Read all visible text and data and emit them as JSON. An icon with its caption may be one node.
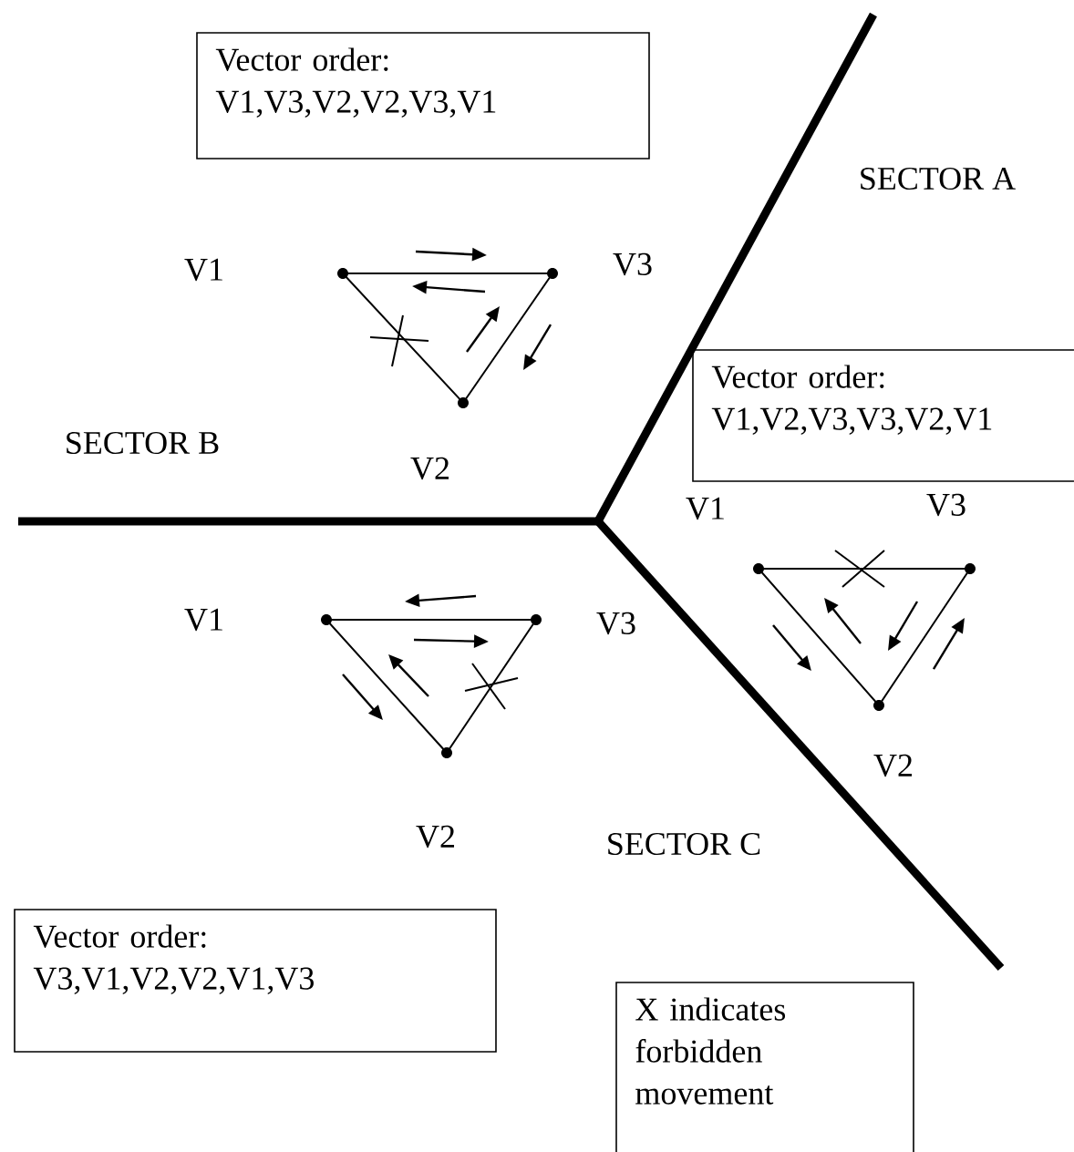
{
  "diagram": {
    "nodes": [
      {
        "text": [
          "Vector order: V1,V3,V2,V2,V3,V1"
        ]
      },
      {
        "text": [
          "Vector order: V1,V2,V3,V3,V2,V1"
        ]
      },
      {
        "text": [
          "Vector order: V3,V1,V2,V2,V1,V3"
        ]
      },
      {
        "text": [
          "X indicates forbidden movement"
        ]
      }
    ],
    "edges": [],
    "labels": [
      "SECTOR A",
      "V1",
      "V3",
      "SECTOR B",
      "V2",
      "V1",
      "V3",
      "V1",
      "V3",
      "V2",
      "V2",
      "SECTOR C"
    ]
  }
}
